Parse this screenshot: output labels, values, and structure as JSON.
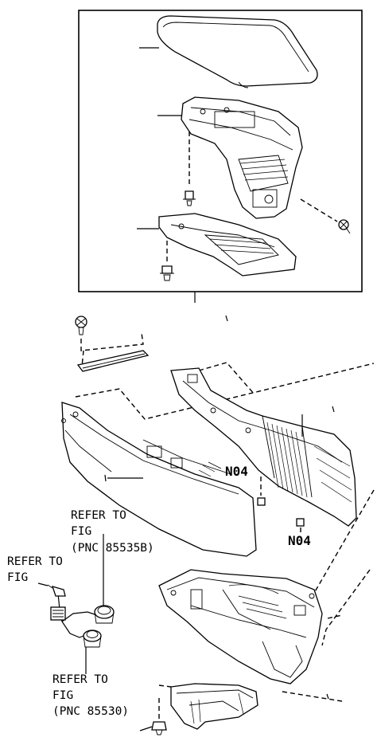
{
  "diagram": {
    "labels": {
      "refer_b_line1": "REFER TO",
      "refer_b_line2": "FIG",
      "refer_b_line3": "(PNC 85535B)",
      "refer_left_line1": "REFER TO",
      "refer_left_line2": "FIG",
      "refer_c_line1": "REFER TO",
      "refer_c_line2": "FIG",
      "refer_c_line3": "(PNC 85530)",
      "n04_upper": "N04",
      "n04_lower": "N04"
    }
  }
}
